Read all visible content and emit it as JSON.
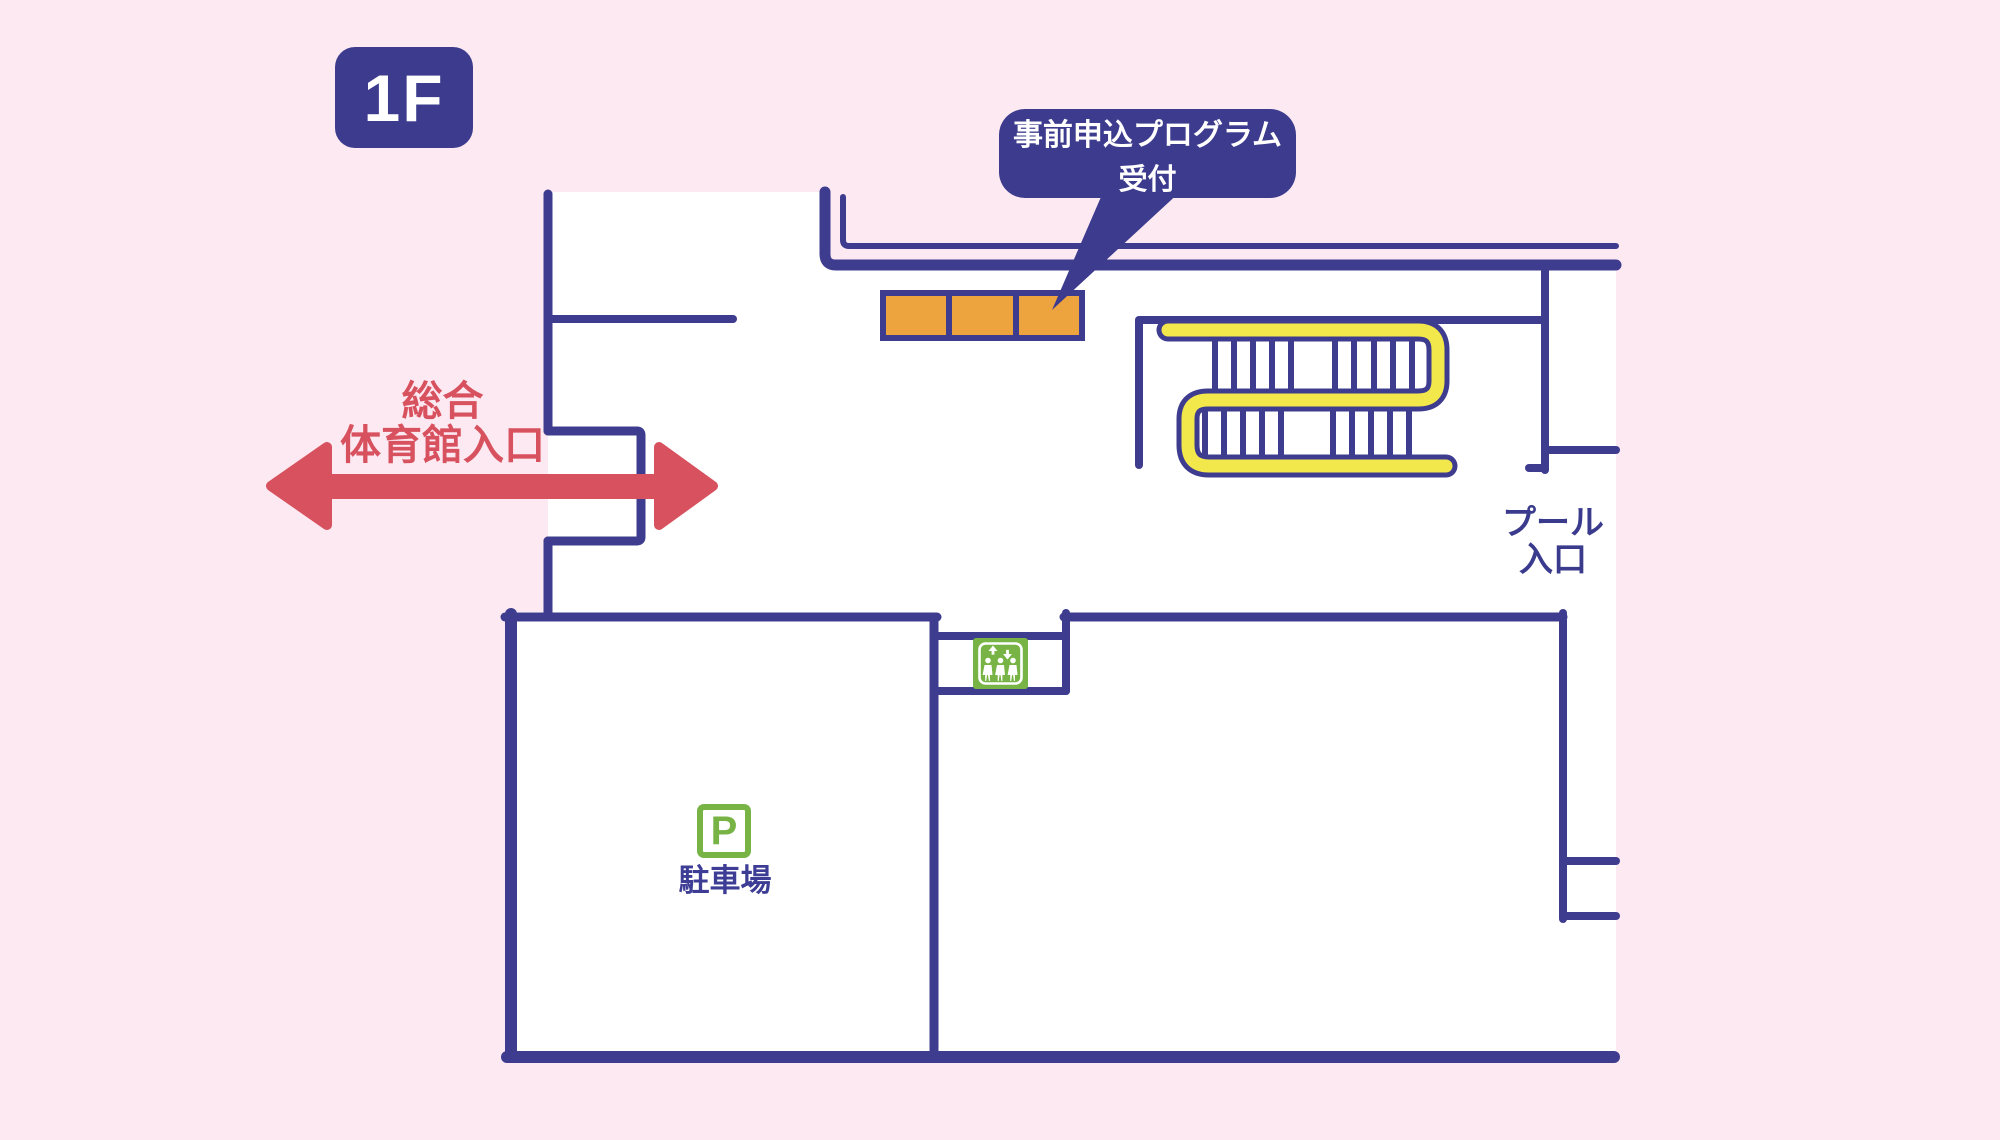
{
  "floor_badge": {
    "label": "1F"
  },
  "callout": {
    "line1": "事前申込プログラム",
    "line2": "受付",
    "target": "reception-counter"
  },
  "labels": {
    "gym_entrance": {
      "line1": "総合",
      "line2": "体育館入口"
    },
    "pool_entrance": {
      "line1": "プール",
      "line2": "入口"
    },
    "parking": {
      "label": "駐車場",
      "symbol": "P"
    }
  },
  "icons": {
    "elevator": "elevator-icon",
    "parking": "parking-icon"
  },
  "colors": {
    "background_pink": "#fce9f2",
    "floor_white": "#ffffff",
    "wall_indigo": "#3e3c8f",
    "badge_indigo": "#3d3b8e",
    "entrance_red": "#d8515e",
    "counter_orange": "#eda43f",
    "stair_rail_yellow": "#f3e84b",
    "icon_green": "#77b445"
  }
}
